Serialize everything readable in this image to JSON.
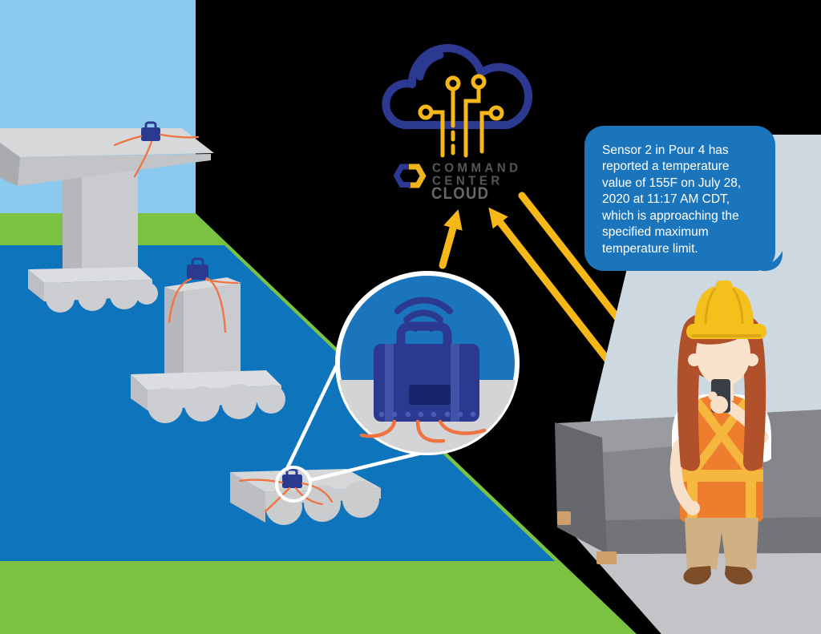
{
  "notification": {
    "message": "Sensor 2 in Pour 4 has\nreported a temperature\nvalue of 155F on July 28,\n2020 at 11:17 AM CDT,\nwhich is approaching the\nspecified maximum\ntemperature limit."
  },
  "logo": {
    "command": "COMMAND",
    "center": "CENTER",
    "cloud": "CLOUD"
  },
  "icons": {
    "cloud": "circuit-cloud-icon",
    "wifi": "wifi-signal-icon",
    "sensor_device": "sensor-case-icon",
    "logo_mark": "command-center-logo-icon",
    "arrows": "data-flow-arrow-icon",
    "callout": "magnifier-callout-circle"
  },
  "colors": {
    "background": "#000000",
    "sky": "#8cc9ee",
    "grass": "#7cc242",
    "water": "#0e74bc",
    "concrete_light": "#d6d7d9",
    "concrete_mid": "#c9cbce",
    "concrete_dark": "#b5b7ba",
    "navy": "#2b3990",
    "yellow": "#f6b818",
    "wire_orange": "#ef7442",
    "bubble_blue": "#1b75bc",
    "backdrop_gray_blue": "#cdd8e0",
    "ground_gray": "#c3c3c8",
    "slab_gray": "#85858b",
    "vest_orange": "#ee7d2d",
    "vest_stripe_yellow": "#f5b73d",
    "hardhat_yellow": "#f3c01c",
    "hair_auburn": "#b1512c",
    "skin": "#f8e0c8",
    "pants_khaki": "#cfb184",
    "shoe_brown": "#7c4d26",
    "text_gray": "#55565a"
  }
}
